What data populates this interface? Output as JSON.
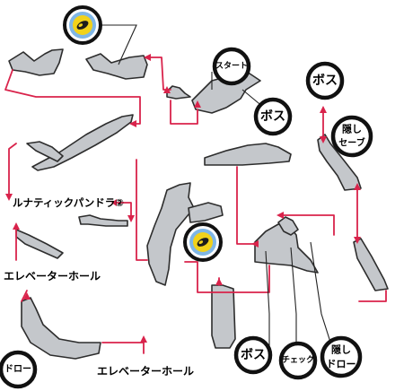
{
  "colors": {
    "room_fill": "#c4c7cb",
    "room_stroke": "#2d2d2d",
    "route": "#d9234b",
    "badge_ring": "#111111",
    "save_icon_yellow": "#f2d21a",
    "save_icon_blue": "#7fb6e6"
  },
  "markers": {
    "start": "スタート",
    "boss_1": "ボス",
    "boss_2": "ボス",
    "boss_3": "ボス",
    "hidden_save_1": "隠し",
    "hidden_save_2": "セーブ",
    "drop_1": "ドロー",
    "check": "チェック",
    "hidden_drop_1": "隠し",
    "hidden_drop_2": "ドロー"
  },
  "icons": {
    "save_point_top": "save-point-icon",
    "save_point_middle": "save-point-icon"
  },
  "labels": {
    "lunatic_pandora": "ルナティックパンドラ②",
    "elevator_hall_left": "エレベーターホール",
    "elevator_hall_bottom": "エレベーターホール"
  }
}
